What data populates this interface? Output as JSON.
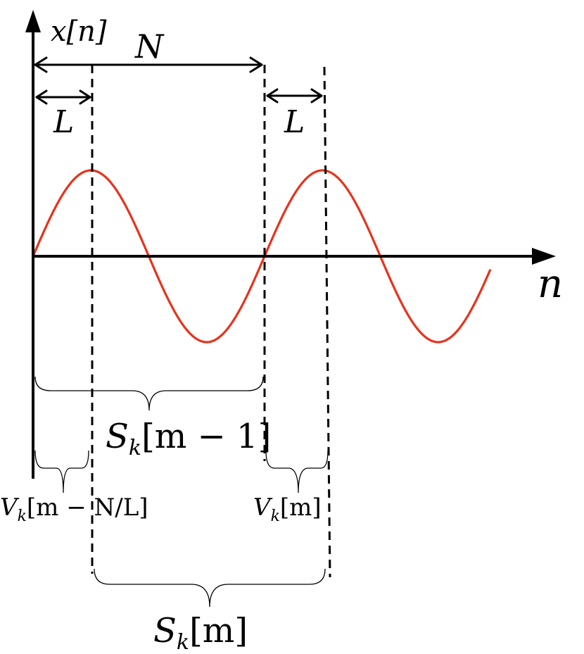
{
  "labels": {
    "y_axis": "x[n]",
    "x_axis": "n",
    "period": "N",
    "hop_left": "L",
    "hop_right": "L",
    "s_prev": "S",
    "s_prev_sub": "k",
    "s_prev_arg": "[m − 1]",
    "v_prev": "V",
    "v_prev_sub": "k",
    "v_prev_arg": "[m − N/L]",
    "v_cur": "V",
    "v_cur_sub": "k",
    "v_cur_arg": "[m]",
    "s_cur": "S",
    "s_cur_sub": "k",
    "s_cur_arg": "[m]"
  },
  "colors": {
    "signal": "#e8321c",
    "ink": "#000000"
  }
}
